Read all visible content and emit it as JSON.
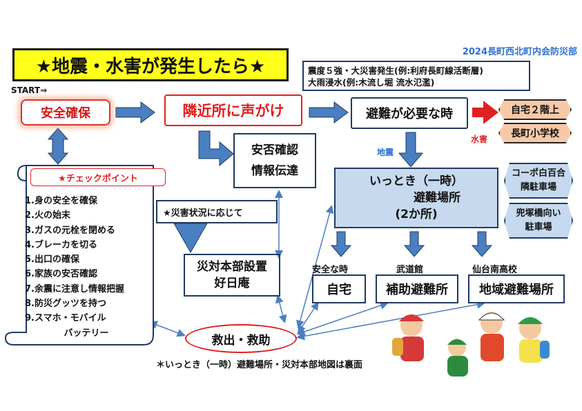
{
  "title": "★地震・水害が発生したら★",
  "organization": "2024長町西北町内会防災部",
  "start_label": "START⇒",
  "disaster_note": {
    "line1": "震度５強・大災害発生(例:利府長町線活断層)",
    "line2": "大雨浸水(例:木流し堀 流水氾濫)"
  },
  "steps": {
    "safety": "安全確保",
    "call_neighbors": "隣近所に声がけ",
    "when_evacuation_needed": "避難が必要な時",
    "confirm_safety_line1": "安否確認",
    "confirm_safety_line2": "情報伝達"
  },
  "flood": {
    "label": "水害",
    "options": [
      "自宅２階上",
      "長町小学校"
    ]
  },
  "earthquake_label": "地震",
  "temporary_shelter": {
    "line1": "いっとき（一時）",
    "line2": "避難場所",
    "line3": "(2か所)",
    "sites": [
      {
        "line1": "コーポ白百合",
        "line2": "隣駐車場"
      },
      {
        "line1": "兜塚橋向い",
        "line2": "駐車場"
      }
    ]
  },
  "checkpoints": {
    "title": "★チェックポイント",
    "items": [
      "1.身の安全を確保",
      "2.火の始末",
      "3.ガスの元栓を閉める",
      "4.ブレーカを切る",
      "5.出口の確保",
      "6.家族の安否確認",
      "7.余震に注意し情報把握",
      "8.防災グッツを持つ",
      "9.スマホ・モバイル",
      "　　　　 バッテリー"
    ]
  },
  "situation_note": "★災害状況に応じて",
  "hq": {
    "line1": "災対本部設置",
    "line2": "好日庵"
  },
  "destinations": [
    {
      "caption": "安全な時",
      "label": "自宅"
    },
    {
      "caption": "武道館",
      "label": "補助避難所"
    },
    {
      "caption": "仙台南高校",
      "label": "地域避難場所"
    }
  ],
  "rescue": "救出・救助",
  "footnote": "＊いっとき（一時）避難場所・災対本部地図は裏面",
  "colors": {
    "title_bg": "#ffff1a",
    "red": "#e02020",
    "navy": "#1f3a5f",
    "arrow_blue": "#4a7fc1",
    "light_blue": "#c6d9ee",
    "peach": "#f7c9a8"
  }
}
